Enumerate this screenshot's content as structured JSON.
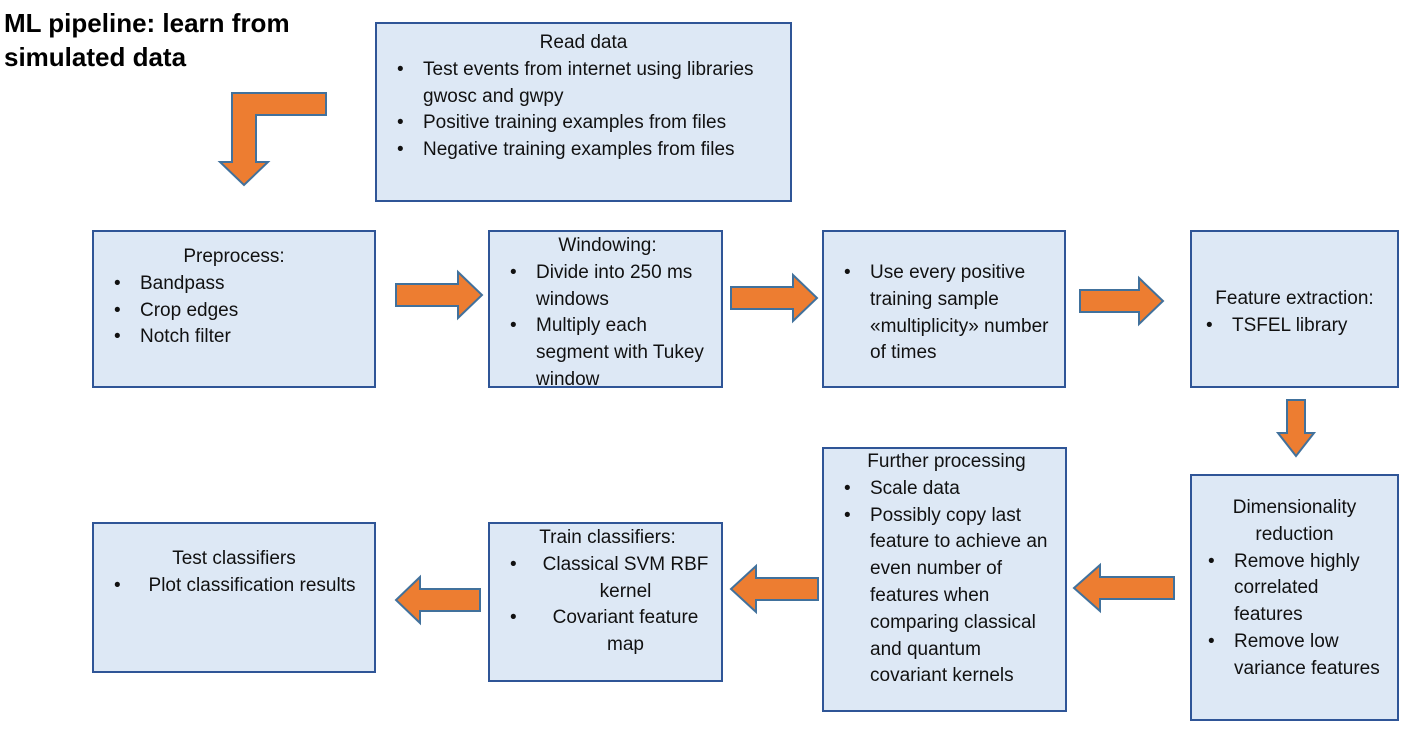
{
  "title": "ML pipeline: learn from\nsimulated data",
  "colors": {
    "box_fill": "#dde8f5",
    "box_border": "#2f5597",
    "arrow_fill": "#ed7d31",
    "arrow_stroke": "#41719c"
  },
  "steps": {
    "read_data": {
      "heading": "Read data",
      "items": [
        "Test events from internet using libraries gwosc and gwpy",
        "Positive training examples from files",
        "Negative training examples from files"
      ]
    },
    "preprocess": {
      "heading": "Preprocess:",
      "items": [
        "Bandpass",
        "Crop edges",
        "Notch filter"
      ]
    },
    "windowing": {
      "heading": "Windowing:",
      "items": [
        "Divide into 250 ms windows",
        "Multiply each segment with Tukey  window"
      ]
    },
    "multiplicity": {
      "items": [
        "Use every positive training sample «multiplicity» number of times"
      ]
    },
    "feature_extraction": {
      "heading": "Feature extraction:",
      "items": [
        "TSFEL library"
      ]
    },
    "dimensionality_reduction": {
      "heading": "Dimensionality reduction",
      "items": [
        "Remove highly correlated features",
        "Remove low variance features"
      ]
    },
    "further_processing": {
      "heading": "Further processing",
      "items": [
        "Scale data",
        "Possibly copy  last feature to achieve an even number of features when comparing classical and quantum covariant kernels"
      ]
    },
    "train_classifiers": {
      "heading": "Train classifiers:",
      "items": [
        "Classical SVM RBF kernel",
        "Covariant feature map"
      ]
    },
    "test_classifiers": {
      "heading": "Test classifiers",
      "items": [
        "Plot classification results"
      ]
    }
  }
}
